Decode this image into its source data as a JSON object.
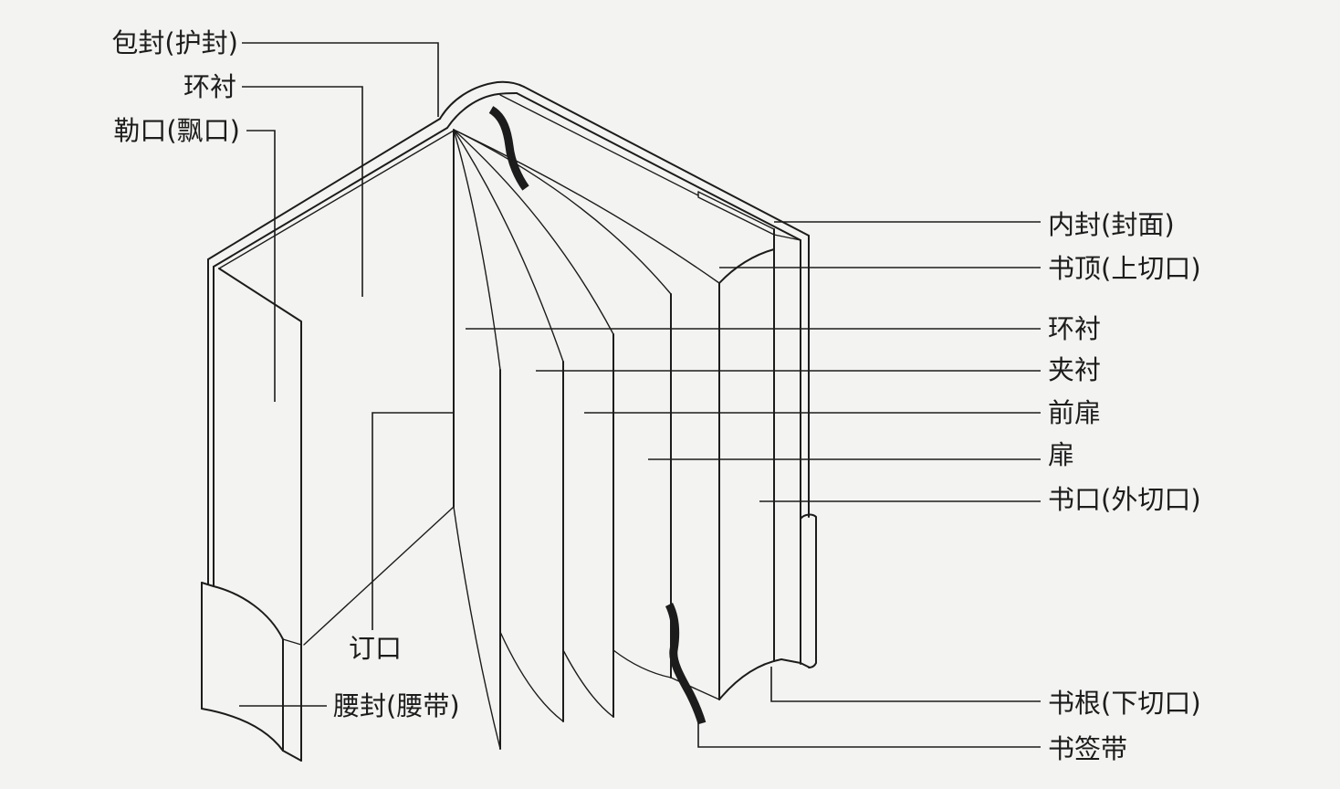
{
  "labels": {
    "left": {
      "dust_jacket": "包封(护封)",
      "endpaper": "环衬",
      "flap": "勒口(飘口)",
      "gutter": "订口",
      "belly_band": "腰封(腰带)"
    },
    "right": {
      "inner_cover": "内封(封面)",
      "top_edge": "书顶(上切口)",
      "endpaper": "环衬",
      "interleaf": "夹衬",
      "front_title_page": "前扉",
      "title_page": "扉",
      "fore_edge": "书口(外切口)",
      "bottom_edge": "书根(下切口)",
      "bookmark_ribbon": "书签带"
    }
  },
  "colors": {
    "background": "#f3f3f1",
    "ink": "#1c1c1c"
  }
}
